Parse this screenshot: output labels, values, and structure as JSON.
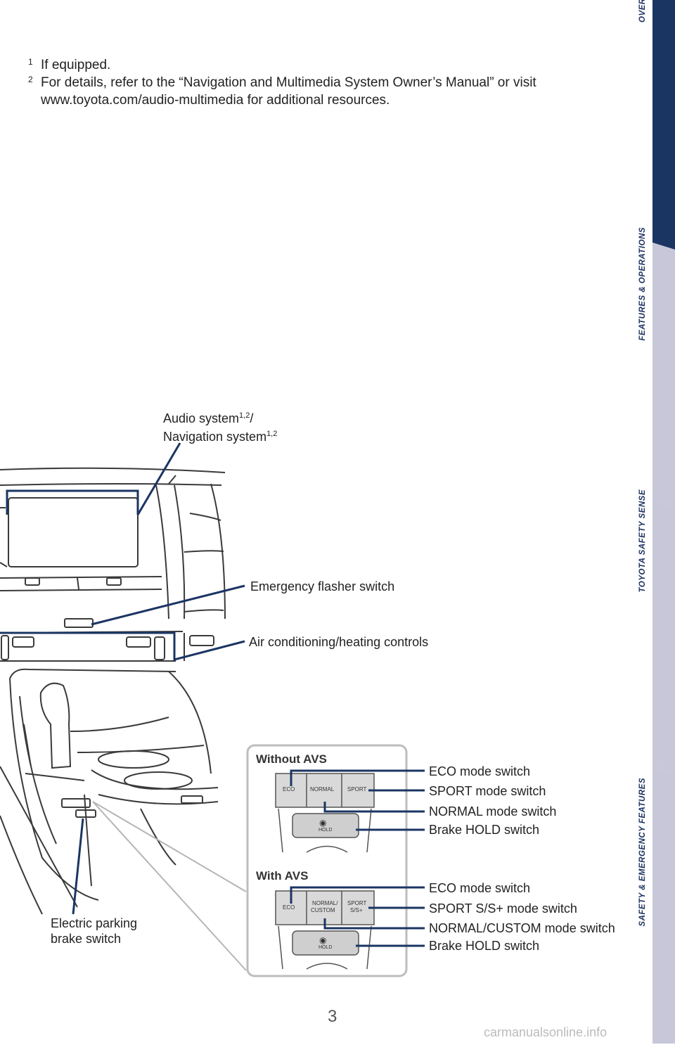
{
  "footnotes": [
    {
      "mark": "1",
      "text": "If equipped."
    },
    {
      "mark": "2",
      "text": "For details, refer to the “Navigation and Multimedia System Owner’s Manual” or visit www.toyota.com/audio-multimedia for additional resources."
    }
  ],
  "callouts": {
    "audio_line1": "Audio system",
    "audio_sup1": "1,2",
    "audio_slash": "/",
    "audio_line2": "Navigation system",
    "audio_sup2": "1,2",
    "emergency": "Emergency flasher switch",
    "air": "Air conditioning/heating controls",
    "parking_line1": "Electric parking",
    "parking_line2": "brake switch"
  },
  "inset_without": {
    "title": "Without AVS",
    "buttons": [
      "ECO",
      "NORMAL",
      "SPORT"
    ],
    "hold": "HOLD",
    "labels": [
      "ECO mode switch",
      "SPORT mode switch",
      "NORMAL mode switch",
      "Brake HOLD switch"
    ]
  },
  "inset_with": {
    "title": "With AVS",
    "buttons": [
      "ECO",
      "NORMAL/",
      "CUSTOM",
      "SPORT",
      "S/S+"
    ],
    "hold": "HOLD",
    "labels": [
      "ECO mode switch",
      "SPORT S/S+ mode switch",
      "NORMAL/CUSTOM mode switch",
      "Brake HOLD switch"
    ]
  },
  "tabs": [
    {
      "label": "OVERVIEW",
      "color": "#1b3563"
    },
    {
      "label": "FEATURES & OPERATIONS",
      "color": "#c7c7d9"
    },
    {
      "label": "TOYOTA SAFETY SENSE",
      "color": "#c7c7d9"
    },
    {
      "label": "SAFETY & EMERGENCY FEATURES",
      "color": "#c7c7d9"
    }
  ],
  "page_number": "3",
  "watermark": "carmanualsonline.info",
  "colors": {
    "callout_line": "#1b3563",
    "drawing_line": "#3a3a3a",
    "inset_border": "#bdbdbd"
  }
}
